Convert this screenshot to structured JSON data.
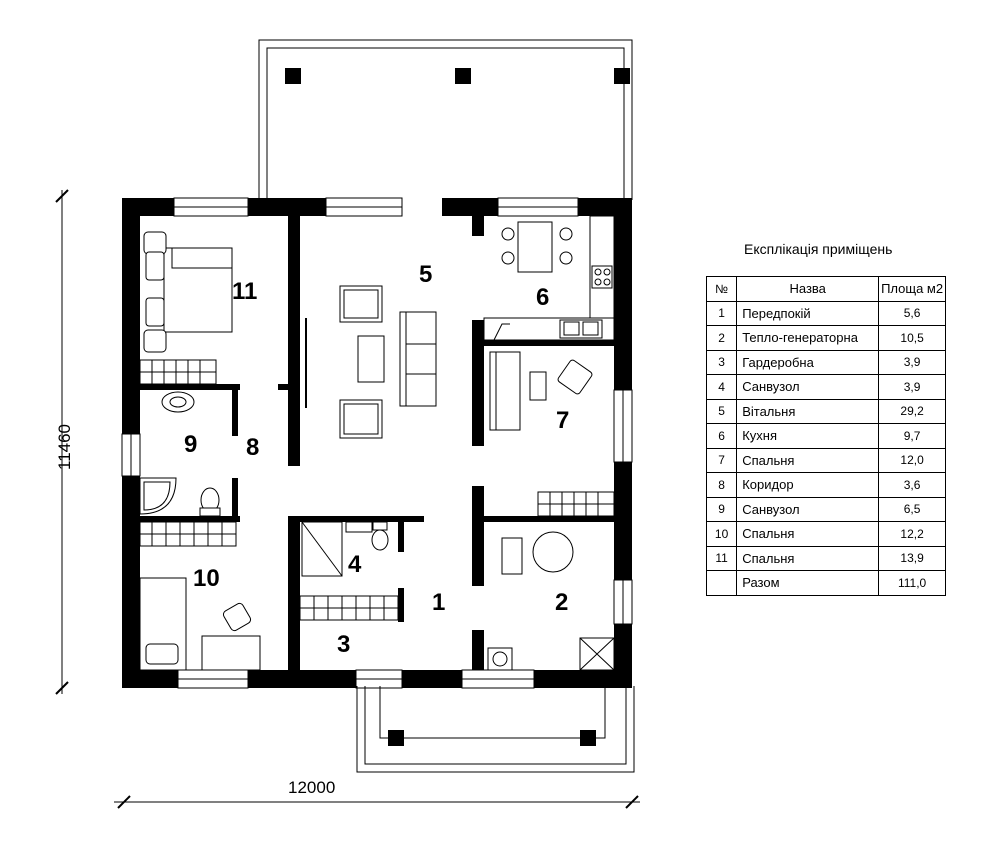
{
  "plan": {
    "dim_width": "12000",
    "dim_height": "11460",
    "room_numbers": [
      "1",
      "2",
      "3",
      "4",
      "5",
      "6",
      "7",
      "8",
      "9",
      "10",
      "11"
    ]
  },
  "legend": {
    "title": "Експлікація приміщень",
    "headers": {
      "num": "№",
      "name": "Назва",
      "area": "Площа м2"
    },
    "rows": [
      {
        "num": "1",
        "name": "Передпокій",
        "area": "5,6"
      },
      {
        "num": "2",
        "name": "Тепло-генераторна",
        "area": "10,5"
      },
      {
        "num": "3",
        "name": "Гардеробна",
        "area": "3,9"
      },
      {
        "num": "4",
        "name": "Санвузол",
        "area": "3,9"
      },
      {
        "num": "5",
        "name": "Вітальня",
        "area": "29,2"
      },
      {
        "num": "6",
        "name": "Кухня",
        "area": "9,7"
      },
      {
        "num": "7",
        "name": "Спальня",
        "area": "12,0"
      },
      {
        "num": "8",
        "name": "Коридор",
        "area": "3,6"
      },
      {
        "num": "9",
        "name": "Санвузол",
        "area": "6,5"
      },
      {
        "num": "10",
        "name": "Спальня",
        "area": "12,2"
      },
      {
        "num": "11",
        "name": "Спальня",
        "area": "13,9"
      }
    ],
    "total": {
      "name": "Разом",
      "area": "111,0"
    }
  }
}
